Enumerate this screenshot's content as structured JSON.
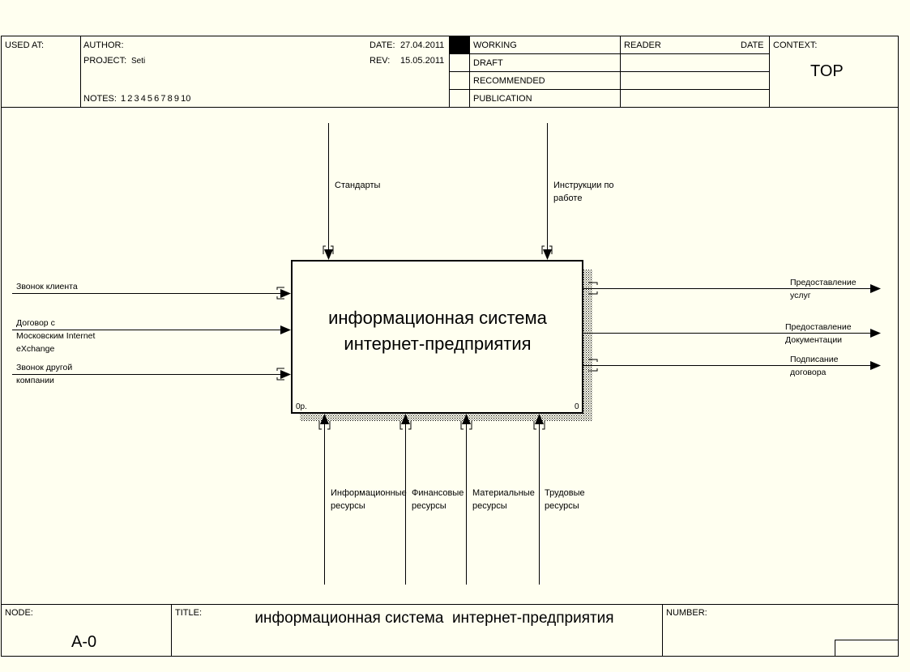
{
  "header": {
    "used_at_label": "USED AT:",
    "author_label": "AUTHOR:",
    "project_label": "PROJECT:",
    "project_value": "Seti",
    "notes_label": "NOTES:",
    "notes_value": "1  2  3  4  5  6  7  8  9  10",
    "date_label": "DATE:",
    "date_value": "27.04.2011",
    "rev_label": "REV:",
    "rev_value": "15.05.2011",
    "status": [
      "WORKING",
      "DRAFT",
      "RECOMMENDED",
      "PUBLICATION"
    ],
    "reader_label": "READER",
    "reader_date_label": "DATE",
    "context_label": "CONTEXT:",
    "context_value": "TOP"
  },
  "diagram": {
    "activity": {
      "title": "информационная система\nинтернет-предприятия",
      "cost": "0р.",
      "number": "0"
    },
    "controls": [
      "Стандарты",
      "Инструкции по\nработе"
    ],
    "inputs": [
      "Звонок клиента",
      "Договор с\nМосковским Internet\neXchange",
      "Звонок другой\nкомпании"
    ],
    "outputs": [
      "Предоставление\nуслуг",
      "Предоставление\nДокументации",
      "Подписание\nдоговора"
    ],
    "mechanisms": [
      "Информационные\nресурсы",
      "Финансовые\nресурсы",
      "Материальные\nресурсы",
      "Трудовые\nресурсы"
    ]
  },
  "footer": {
    "node_label": "NODE:",
    "node_value": "A-0",
    "title_label": "TITLE:",
    "title_value": "информационная система  интернет-предприятия",
    "number_label": "NUMBER:"
  }
}
